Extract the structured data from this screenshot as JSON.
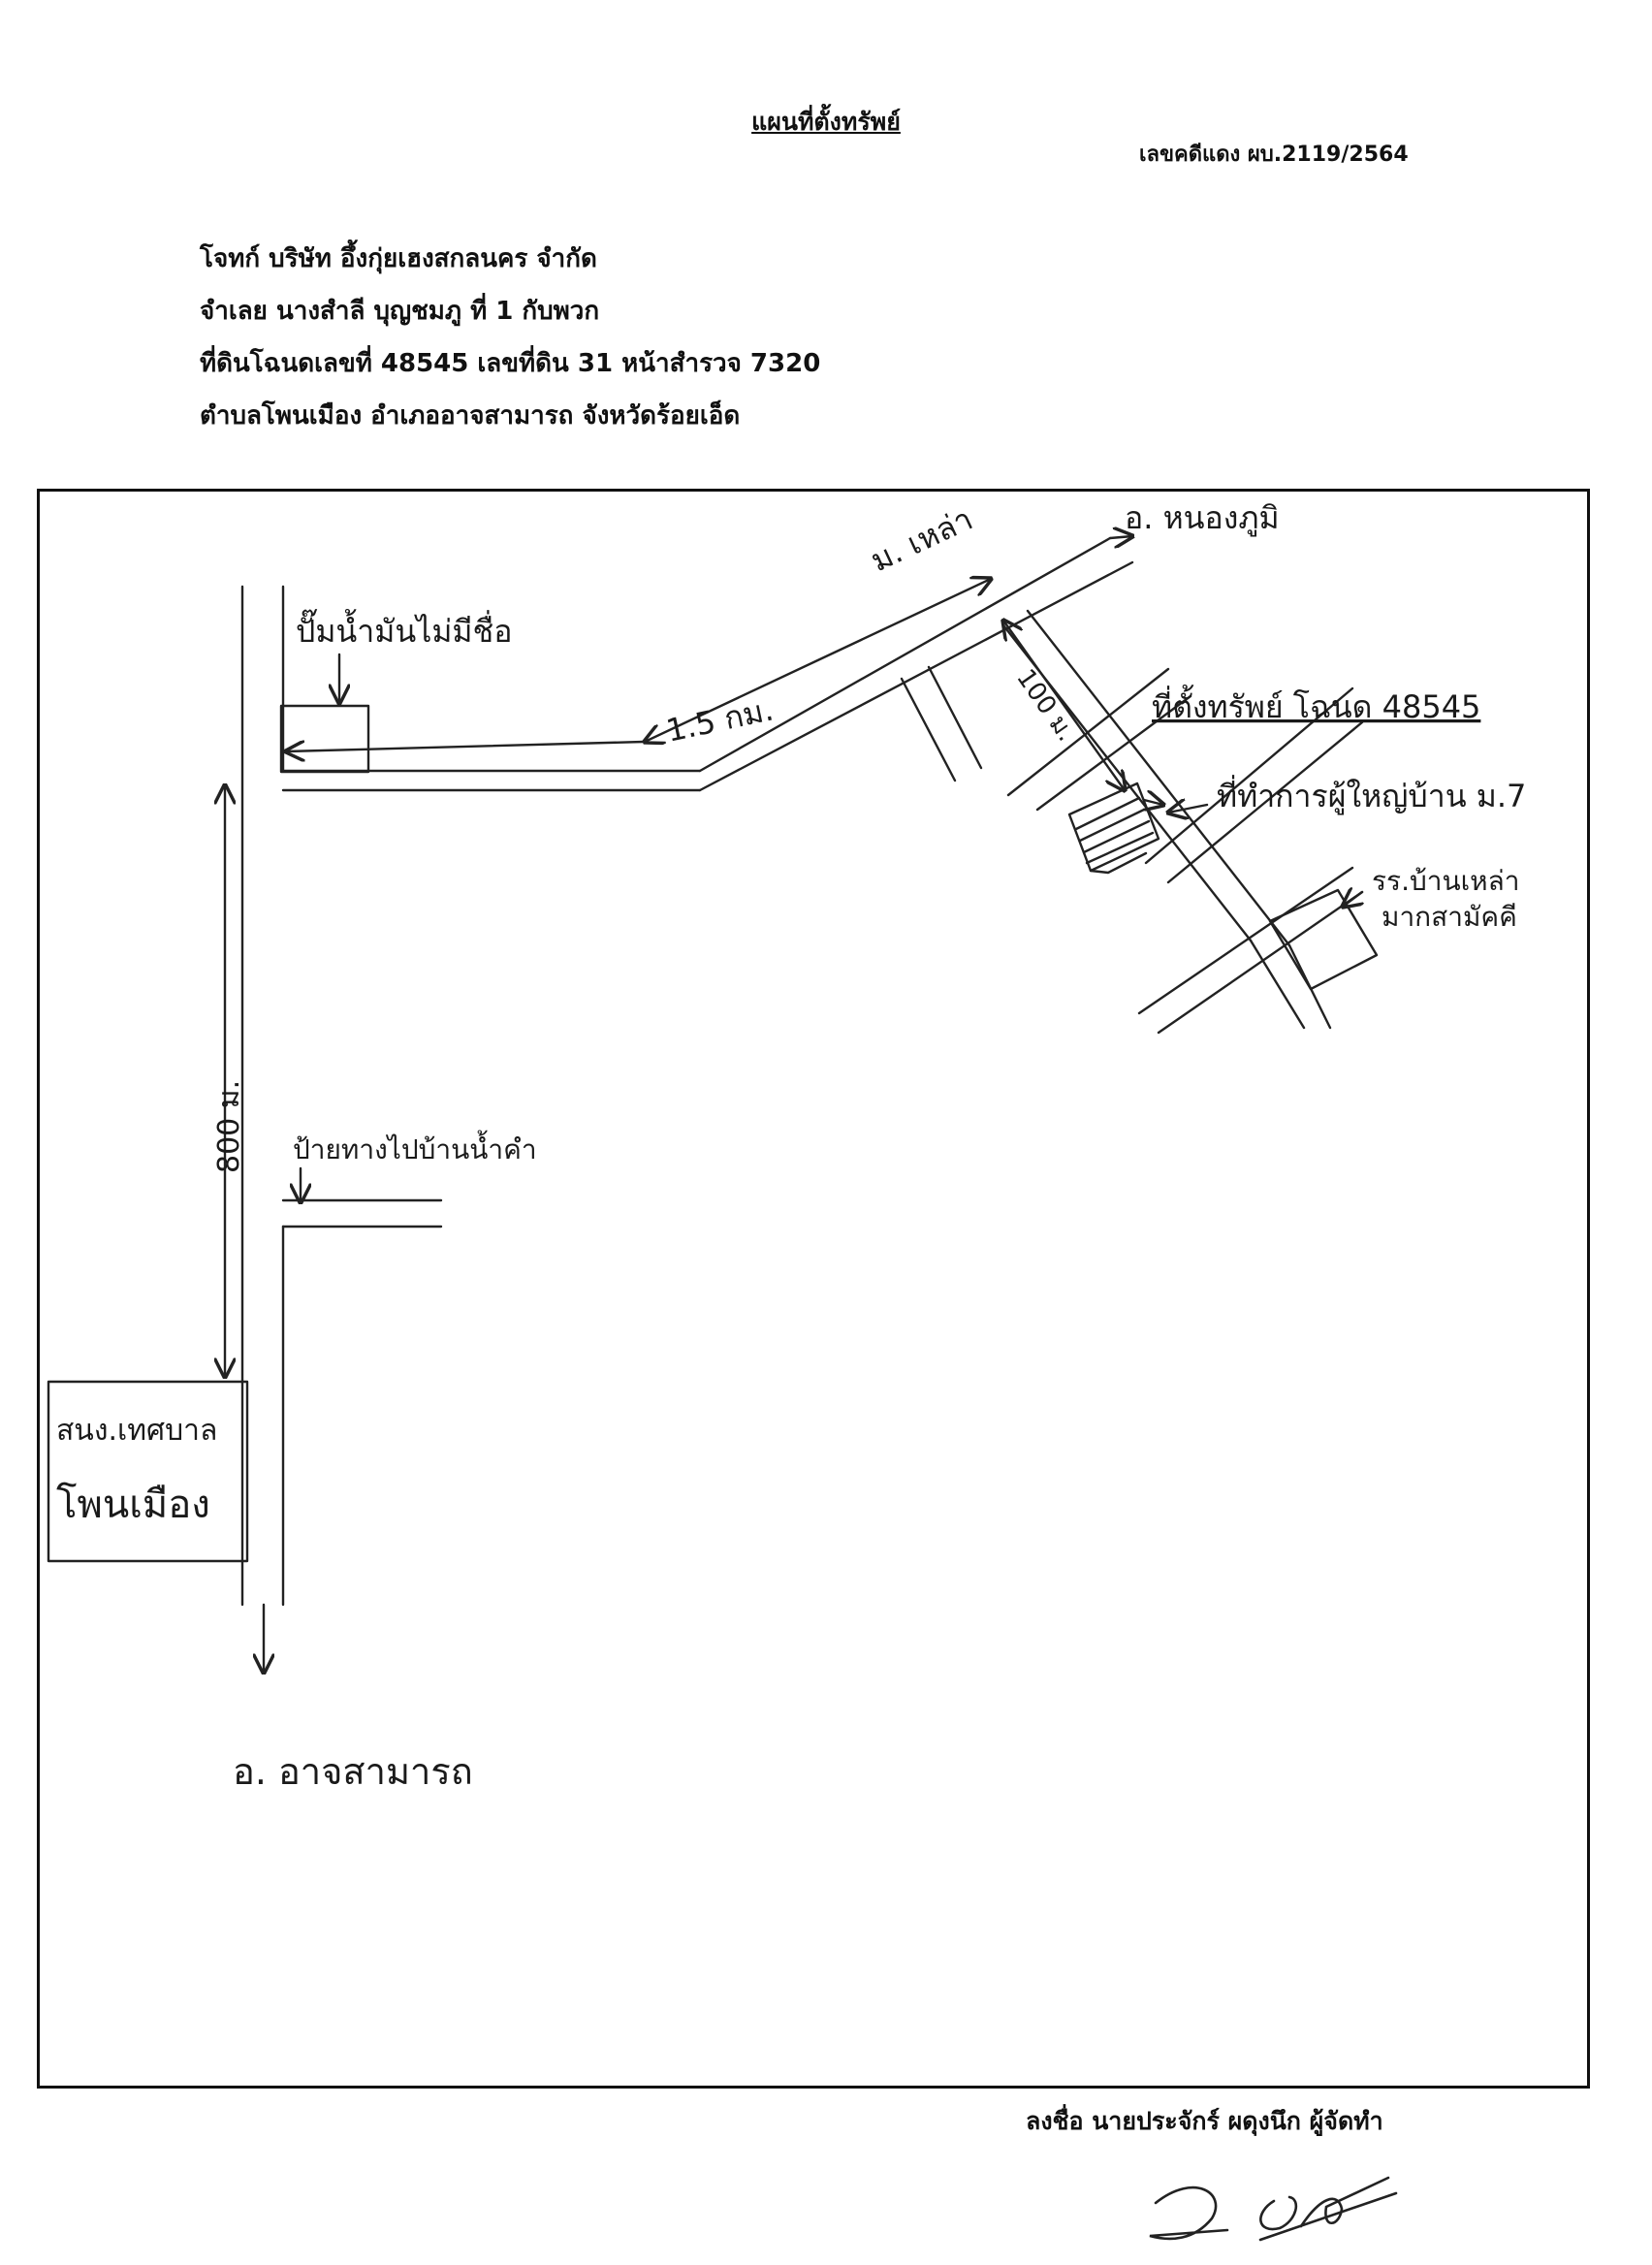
{
  "header": {
    "title": "แผนที่ตั้งทรัพย์",
    "case_number": "เลขคดีแดง ผบ.2119/2564"
  },
  "parties": {
    "plaintiff": "โจทก์ บริษัท อึ้งกุ่ยเฮงสกลนคร จำกัด",
    "defendant": "จำเลย นางสำลี  บุญชมภู ที่ 1 กับพวก",
    "land_title": "ที่ดินโฉนดเลขที่ 48545  เลขที่ดิน 31  หน้าสำรวจ  7320",
    "location": "ตำบลโพนเมือง  อำเภออาจสามารถ จังหวัดร้อยเอ็ด"
  },
  "map": {
    "label_to_nongbua": "อ. หนองภูมิ",
    "label_ban_lao": "ม. เหล่า",
    "label_gas_station": "ปั๊มน้ำมันไม่มีชื่อ",
    "label_distance_1_5km": "1.5 กม.",
    "label_100m": "100 ม.",
    "label_property": "ที่ตั้งทรัพย์ โฉนด 48545",
    "label_village_office": "ที่ทำการผู้ใหญ่บ้าน ม.7",
    "label_school_line1": "รร.บ้านเหล่า",
    "label_school_line2": "มากสามัคคี",
    "label_800m": "800 ม.",
    "label_road_sign": "ป้ายทางไปบ้านน้ำคำ",
    "label_municipal_line1": "สนง.เทศบาล",
    "label_municipal_line2": "โพนเมือง",
    "label_to_samart": "อ. อาจสามารถ"
  },
  "footer": {
    "signer": "ลงชื่อ นายประจักร์ ผดุงนึก ผู้จัดทำ"
  }
}
